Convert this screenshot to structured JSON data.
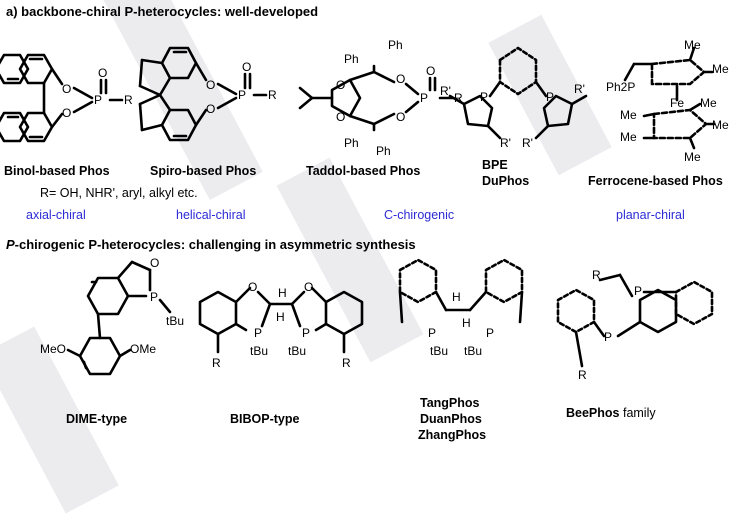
{
  "section_a": {
    "title": "a) backbone-chiral P-heterocycles: well-developed",
    "labels": [
      "Binol-based Phos",
      "Spiro-based Phos",
      "Taddol-based Phos",
      "BPE",
      "DuPhos",
      "Ferrocene-based Phos"
    ],
    "r_note": "R= OH, NHR', aryl, alkyl etc.",
    "classes": [
      "axial-chiral",
      "helical-chiral",
      "C-chirogenic",
      "planar-chiral"
    ]
  },
  "section_b": {
    "title_italic": "P",
    "title_rest": "-chirogenic P-heterocycles:  challenging in asymmetric synthesis",
    "labels": [
      "DIME-type",
      "BIBOP-type",
      "TangPhos",
      "DuanPhos",
      "ZhangPhos"
    ],
    "beephos_bold": "BeePhos",
    "beephos_rest": " family"
  },
  "atoms": {
    "P": "P",
    "O": "O",
    "R": "R",
    "Rp": "R'",
    "Ph": "Ph",
    "Ph2P": "Ph2P",
    "Fe": "Fe",
    "Me": "Me",
    "tBu": "tBu",
    "H": "H",
    "MeO": "MeO",
    "OMe": "OMe"
  },
  "colors": {
    "class_label": "#2b2bd6",
    "watermark": "#e9e9ec"
  }
}
